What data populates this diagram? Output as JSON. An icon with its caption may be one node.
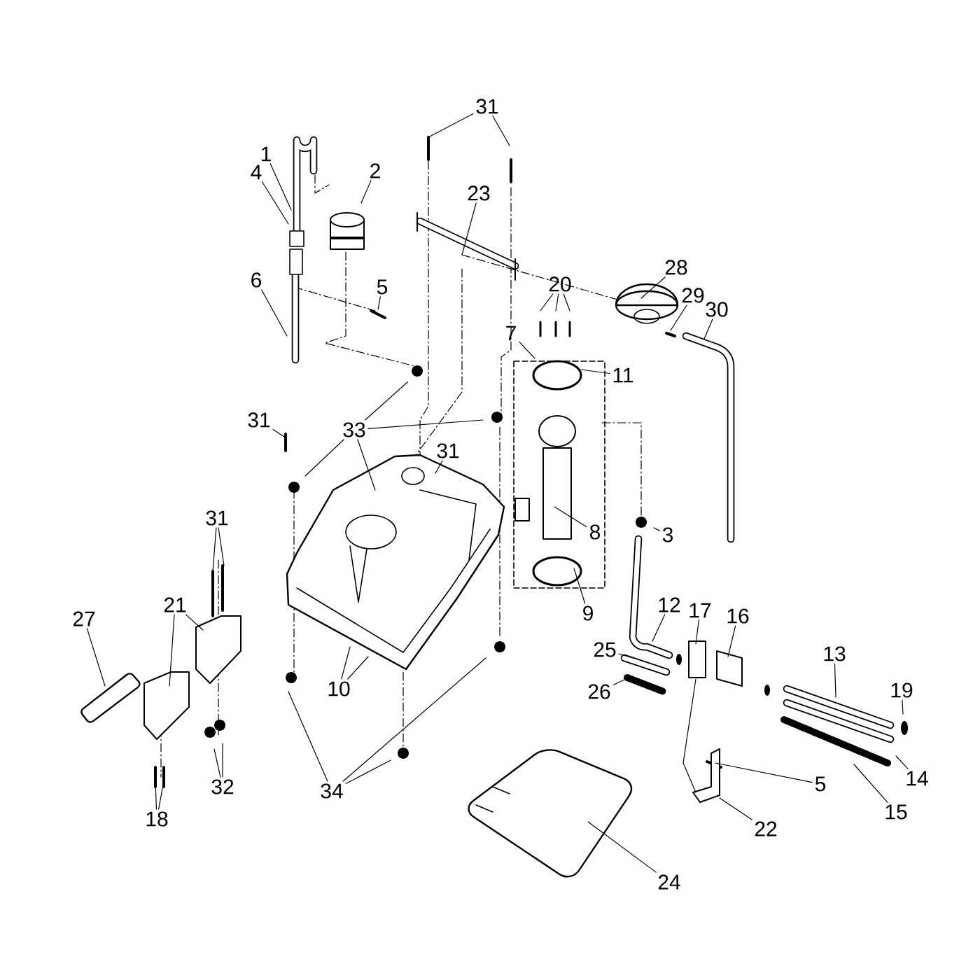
{
  "diagram": {
    "nodes": [
      {
        "text": [
          "1"
        ]
      },
      {
        "text": [
          "2"
        ]
      },
      {
        "text": [
          "31"
        ]
      },
      {
        "text": [
          "4"
        ]
      },
      {
        "text": [
          "23"
        ]
      },
      {
        "text": [
          "6"
        ]
      },
      {
        "text": [
          "5"
        ]
      },
      {
        "text": [
          "20"
        ]
      },
      {
        "text": [
          "28"
        ]
      },
      {
        "text": [
          "29"
        ]
      },
      {
        "text": [
          "30"
        ]
      },
      {
        "text": [
          "7"
        ]
      },
      {
        "text": [
          "11"
        ]
      },
      {
        "text": [
          "31"
        ]
      },
      {
        "text": [
          "33"
        ]
      },
      {
        "text": [
          "31"
        ]
      },
      {
        "text": [
          "8"
        ]
      },
      {
        "text": [
          "3"
        ]
      },
      {
        "text": [
          "31"
        ]
      },
      {
        "text": [
          "9"
        ]
      },
      {
        "text": [
          "12"
        ]
      },
      {
        "text": [
          "17"
        ]
      },
      {
        "text": [
          "16"
        ]
      },
      {
        "text": [
          "13"
        ]
      },
      {
        "text": [
          "21"
        ]
      },
      {
        "text": [
          "25"
        ]
      },
      {
        "text": [
          "27"
        ]
      },
      {
        "text": [
          "19"
        ]
      },
      {
        "text": [
          "26"
        ]
      },
      {
        "text": [
          "10"
        ]
      },
      {
        "text": [
          "32"
        ]
      },
      {
        "text": [
          "14"
        ]
      },
      {
        "text": [
          "34"
        ]
      },
      {
        "text": [
          "5"
        ]
      },
      {
        "text": [
          "15"
        ]
      },
      {
        "text": [
          "22"
        ]
      },
      {
        "text": [
          "18"
        ]
      },
      {
        "text": [
          "24"
        ]
      }
    ],
    "edges": [
      {
        "from": 0,
        "to": null,
        "arrow": "none"
      },
      {
        "from": 1,
        "to": null,
        "arrow": "none"
      },
      {
        "from": 2,
        "to": null,
        "arrow": "none"
      },
      {
        "from": 2,
        "to": null,
        "arrow": "none"
      },
      {
        "from": 3,
        "to": null,
        "arrow": "none"
      },
      {
        "from": 4,
        "to": null,
        "arrow": "none"
      },
      {
        "from": 5,
        "to": null,
        "arrow": "none"
      },
      {
        "from": 6,
        "to": null,
        "arrow": "none"
      },
      {
        "from": 7,
        "to": null,
        "arrow": "none"
      },
      {
        "from": 7,
        "to": null,
        "arrow": "none"
      },
      {
        "from": 7,
        "to": null,
        "arrow": "none"
      },
      {
        "from": 8,
        "to": null,
        "arrow": "none"
      },
      {
        "from": 9,
        "to": null,
        "arrow": "none"
      },
      {
        "from": 10,
        "to": null,
        "arrow": "none"
      },
      {
        "from": 11,
        "to": null,
        "arrow": "none"
      },
      {
        "from": 12,
        "to": null,
        "arrow": "none"
      },
      {
        "from": 13,
        "to": null,
        "arrow": "none"
      },
      {
        "from": 14,
        "to": null,
        "arrow": "none"
      },
      {
        "from": 14,
        "to": null,
        "arrow": "none"
      },
      {
        "from": 14,
        "to": null,
        "arrow": "none"
      },
      {
        "from": 14,
        "to": null,
        "arrow": "none"
      },
      {
        "from": 15,
        "to": null,
        "arrow": "none"
      },
      {
        "from": 16,
        "to": null,
        "arrow": "none"
      },
      {
        "from": 17,
        "to": null,
        "arrow": "none"
      },
      {
        "from": 18,
        "to": null,
        "arrow": "none"
      },
      {
        "from": 18,
        "to": null,
        "arrow": "none"
      },
      {
        "from": 19,
        "to": null,
        "arrow": "none"
      },
      {
        "from": 20,
        "to": null,
        "arrow": "none"
      },
      {
        "from": 21,
        "to": null,
        "arrow": "none"
      },
      {
        "from": 22,
        "to": null,
        "arrow": "none"
      },
      {
        "from": 23,
        "to": null,
        "arrow": "none"
      },
      {
        "from": 24,
        "to": null,
        "arrow": "none"
      },
      {
        "from": 24,
        "to": null,
        "arrow": "none"
      },
      {
        "from": 25,
        "to": null,
        "arrow": "none"
      },
      {
        "from": 26,
        "to": null,
        "arrow": "none"
      },
      {
        "from": 27,
        "to": null,
        "arrow": "none"
      },
      {
        "from": 28,
        "to": null,
        "arrow": "none"
      },
      {
        "from": 29,
        "to": null,
        "arrow": "none"
      },
      {
        "from": 29,
        "to": null,
        "arrow": "none"
      },
      {
        "from": 30,
        "to": null,
        "arrow": "none"
      },
      {
        "from": 30,
        "to": null,
        "arrow": "none"
      },
      {
        "from": 31,
        "to": null,
        "arrow": "none"
      },
      {
        "from": 32,
        "to": null,
        "arrow": "none"
      },
      {
        "from": 32,
        "to": null,
        "arrow": "none"
      },
      {
        "from": 32,
        "to": null,
        "arrow": "none"
      },
      {
        "from": 33,
        "to": null,
        "arrow": "none"
      },
      {
        "from": 34,
        "to": null,
        "arrow": "none"
      },
      {
        "from": 35,
        "to": null,
        "arrow": "none"
      },
      {
        "from": 36,
        "to": null,
        "arrow": "none"
      },
      {
        "from": 36,
        "to": null,
        "arrow": "none"
      },
      {
        "from": 37,
        "to": null,
        "arrow": "none"
      }
    ]
  }
}
